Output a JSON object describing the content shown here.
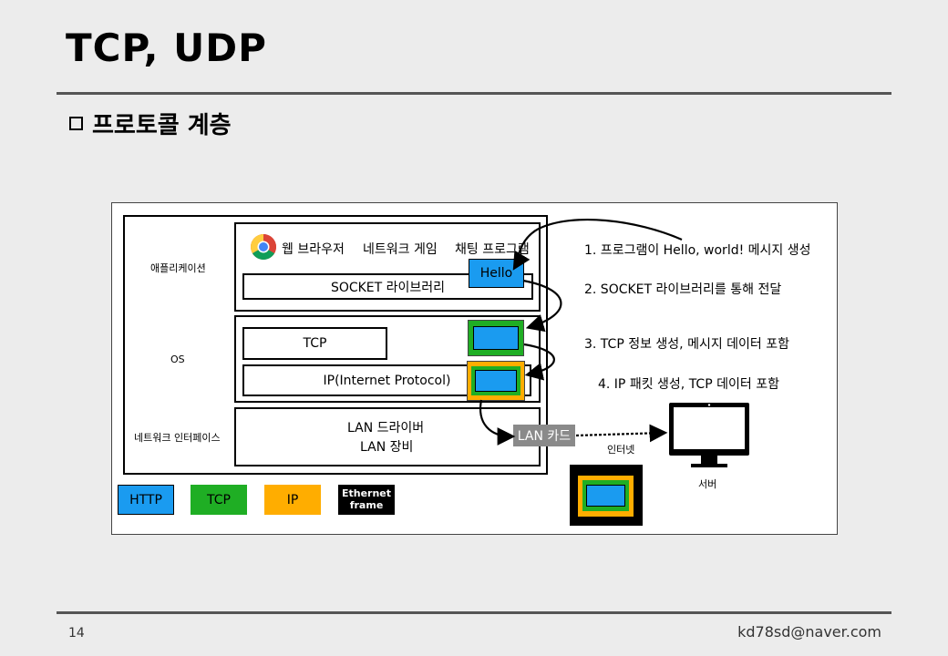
{
  "slide": {
    "title": "TCP, UDP",
    "subtitle": "프로토콜 계층",
    "page_number": "14",
    "email": "kd78sd@naver.com"
  },
  "layers": {
    "application": "애플리케이션",
    "os": "OS",
    "network_interface": "네트워크 인터페이스"
  },
  "app_row": {
    "browser": "웹 브라우저",
    "game": "네트워크 게임",
    "chat": "채팅 프로그램"
  },
  "boxes": {
    "socket": "SOCKET 라이브러리",
    "hello": "Hello",
    "tcp": "TCP",
    "ip": "IP(Internet Protocol)",
    "lan_driver": "LAN 드라이버",
    "lan_device": "LAN 장비",
    "lan_card": "LAN 카드"
  },
  "steps": [
    "1. 프로그램이 Hello, world! 메시지 생성",
    "2. SOCKET 라이브러리를 통해 전달",
    "3. TCP 정보 생성, 메시지 데이터 포함",
    "4. IP 패킷 생성, TCP 데이터 포함"
  ],
  "internet_label": "인터넷",
  "server_label": "서버",
  "legend": {
    "http": "HTTP",
    "tcp": "TCP",
    "ip": "IP",
    "ethernet_line1": "Ethernet",
    "ethernet_line2": "frame"
  },
  "colors": {
    "http": "#1a9bf0",
    "tcp": "#1fae24",
    "ip": "#ffad00",
    "ethernet": "#000000",
    "lan_card": "#8a8a8a"
  }
}
